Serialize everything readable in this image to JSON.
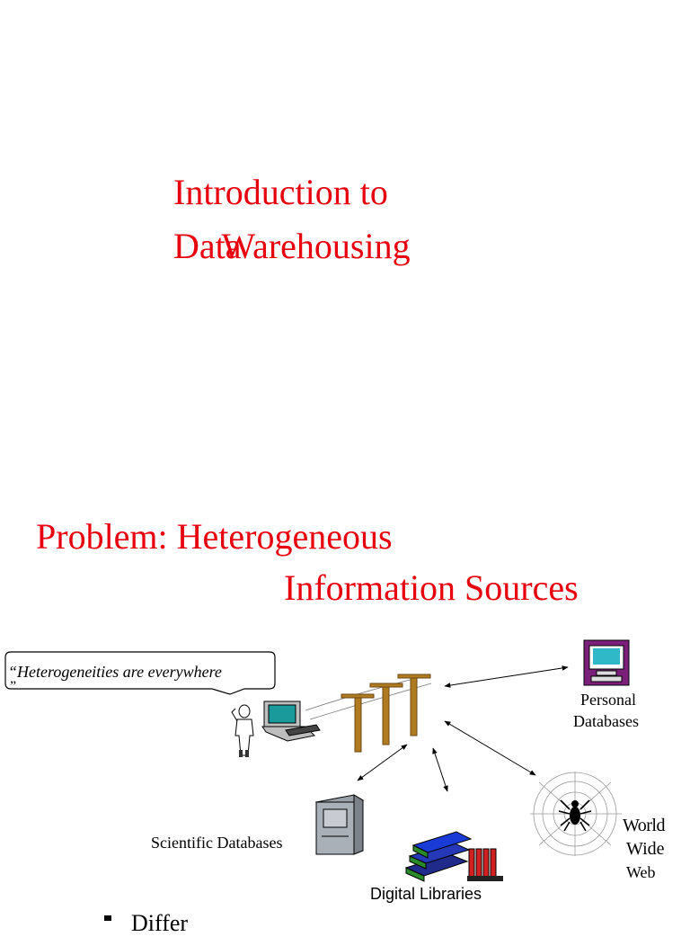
{
  "slide1": {
    "title_line1": "Introduction to",
    "title_line2_a": "Data",
    "title_line2_b": "Warehousing"
  },
  "slide2": {
    "title_line1": "Problem: Heterogeneous",
    "title_line2": "Information Sources",
    "speech_bubble": "“Heterogeneities are everywhere",
    "speech_bubble_close": "”",
    "labels": {
      "personal_line1": "Personal",
      "personal_line2": "Databases",
      "scientific": "Scientific Databases",
      "digital": "Digital Libraries",
      "www_line1": "World",
      "www_line2": "Wide",
      "www_line3": "Web"
    },
    "bullet_partial": "Differ"
  },
  "colors": {
    "title": "#e8000f"
  }
}
